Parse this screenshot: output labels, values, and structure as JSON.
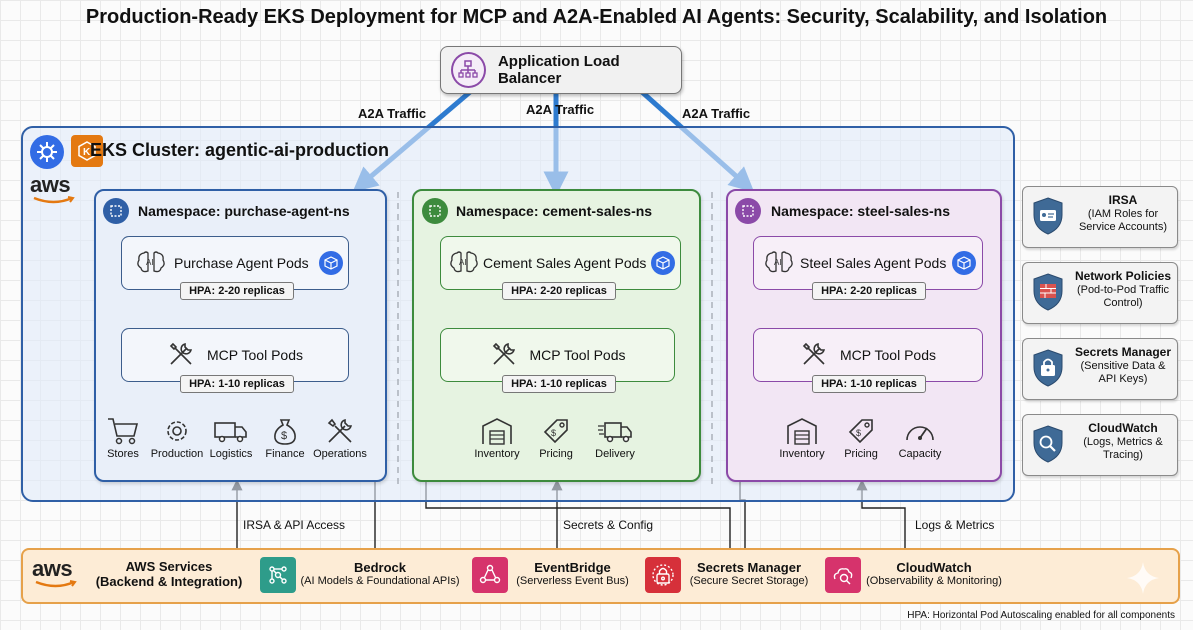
{
  "title": "Production-Ready EKS Deployment for MCP and A2A-Enabled AI Agents: Security, Scalability, and Isolation",
  "load_balancer": {
    "label": "Application Load Balancer",
    "icon": "load-balancer-icon"
  },
  "traffic_labels": [
    "A2A Traffic",
    "A2A Traffic",
    "A2A Traffic"
  ],
  "cluster": {
    "title": "EKS Cluster: agentic-ai-production",
    "aws_logo": "aws"
  },
  "namespaces": [
    {
      "title": "Namespace: purchase-agent-ns",
      "color": "#2f5fa6",
      "agent_pods": "Purchase Agent Pods",
      "agent_hpa": "HPA: 2-20 replicas",
      "mcp_pods": "MCP Tool Pods",
      "mcp_hpa": "HPA: 1-10 replicas",
      "tools": [
        {
          "label": "Stores",
          "icon": "cart-icon"
        },
        {
          "label": "Production",
          "icon": "gear-icon"
        },
        {
          "label": "Logistics",
          "icon": "truck-icon"
        },
        {
          "label": "Finance",
          "icon": "money-bag-icon"
        },
        {
          "label": "Operations",
          "icon": "tools-icon"
        }
      ]
    },
    {
      "title": "Namespace: cement-sales-ns",
      "color": "#3d8b3d",
      "agent_pods": "Cement Sales Agent Pods",
      "agent_hpa": "HPA: 2-20 replicas",
      "mcp_pods": "MCP Tool Pods",
      "mcp_hpa": "HPA: 1-10 replicas",
      "tools": [
        {
          "label": "Inventory",
          "icon": "warehouse-icon"
        },
        {
          "label": "Pricing",
          "icon": "price-tag-icon"
        },
        {
          "label": "Delivery",
          "icon": "delivery-truck-icon"
        }
      ]
    },
    {
      "title": "Namespace: steel-sales-ns",
      "color": "#8b4aa8",
      "agent_pods": "Steel Sales Agent Pods",
      "agent_hpa": "HPA: 2-20 replicas",
      "mcp_pods": "MCP Tool Pods",
      "mcp_hpa": "HPA: 1-10 replicas",
      "tools": [
        {
          "label": "Inventory",
          "icon": "warehouse-icon"
        },
        {
          "label": "Pricing",
          "icon": "price-tag-icon"
        },
        {
          "label": "Capacity",
          "icon": "gauge-icon"
        }
      ]
    }
  ],
  "side_panel": [
    {
      "title": "IRSA",
      "subtitle": "(IAM Roles for Service Accounts)"
    },
    {
      "title": "Network Policies",
      "subtitle": "(Pod-to-Pod Traffic Control)"
    },
    {
      "title": "Secrets Manager",
      "subtitle": "(Sensitive Data & API Keys)"
    },
    {
      "title": "CloudWatch",
      "subtitle": "(Logs, Metrics & Tracing)"
    }
  ],
  "connections": [
    "IRSA & API Access",
    "Secrets & Config",
    "Logs & Metrics"
  ],
  "services": {
    "aws_logo": "aws",
    "heading_line1": "AWS Services",
    "heading_line2": "(Backend & Integration)",
    "items": [
      {
        "title": "Bedrock",
        "subtitle": "(AI Models & Foundational APIs)",
        "color": "#2e9c8a"
      },
      {
        "title": "EventBridge",
        "subtitle": "(Serverless Event Bus)",
        "color": "#d6336c"
      },
      {
        "title": "Secrets Manager",
        "subtitle": "(Secure Secret Storage)",
        "color": "#d6303a"
      },
      {
        "title": "CloudWatch",
        "subtitle": "(Observability & Monitoring)",
        "color": "#d6336c"
      }
    ]
  },
  "footnote": "HPA: Horizontal Pod Autoscaling enabled for all components"
}
